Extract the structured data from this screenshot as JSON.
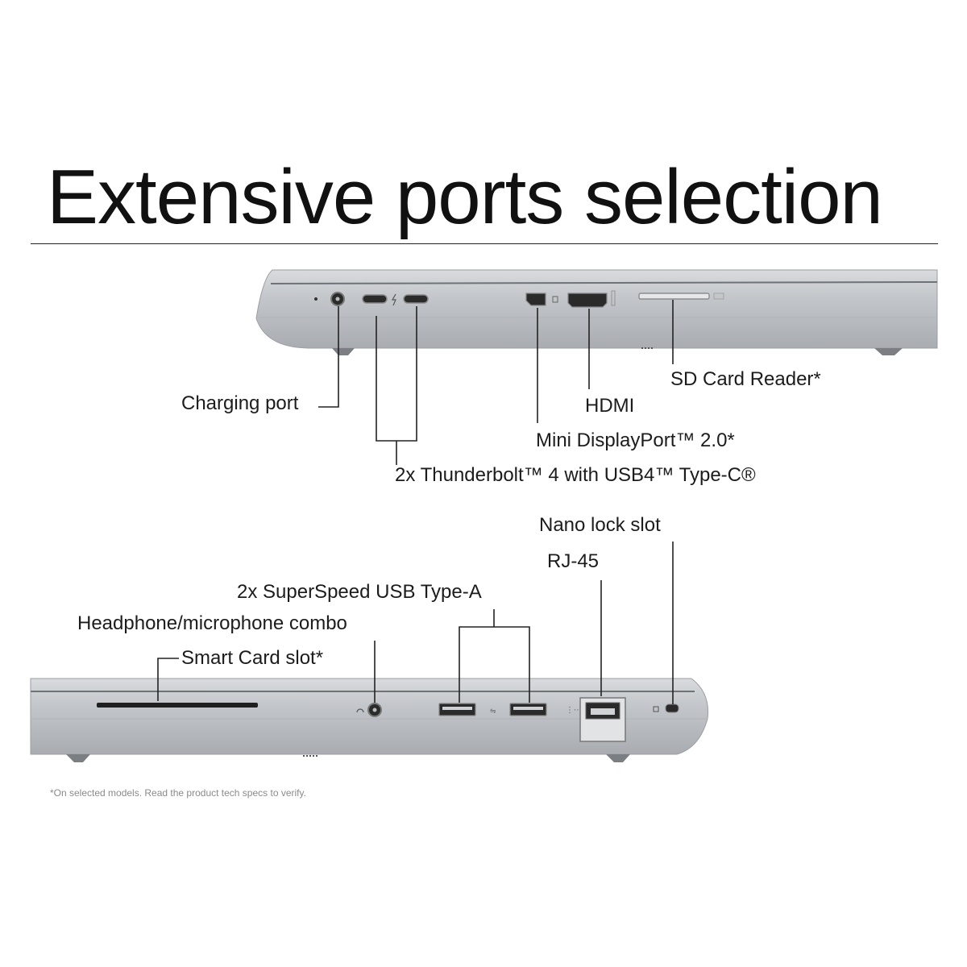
{
  "heading": "Extensive ports selection",
  "icons": {
    "laptop_side": "laptop-side-view-illustration"
  },
  "colors": {
    "chassis": "#b9bcc0",
    "chassis_edge": "#8e9196",
    "port": "#2a2a2a"
  },
  "side_a": {
    "labels": {
      "charging": "Charging port",
      "thunderbolt": "2x Thunderbolt™ 4 with USB4™ Type-C®",
      "mini_dp": "Mini DisplayPort™ 2.0*",
      "hdmi": "HDMI",
      "sd": "SD Card Reader*"
    }
  },
  "side_b": {
    "labels": {
      "smart_card": "Smart Card slot*",
      "headphone": "Headphone/microphone combo",
      "usb_a": "2x SuperSpeed USB Type-A",
      "rj45": "RJ-45",
      "nano_lock": "Nano lock slot"
    }
  },
  "footnote": "*On selected models. Read the product tech specs to verify."
}
